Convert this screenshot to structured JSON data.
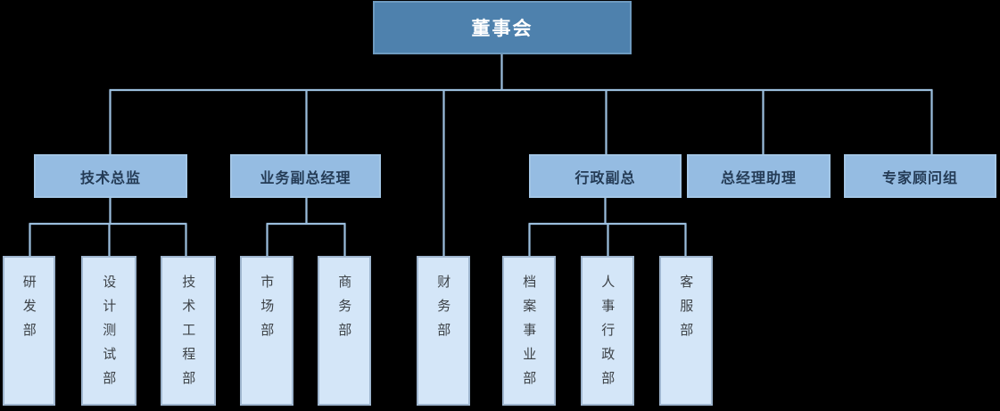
{
  "page": {
    "background_color": "#000000",
    "type": "organization-chart"
  },
  "colors": {
    "root_fill": "#4e81ad",
    "root_border": "#6d9abf",
    "root_text": "#ffffff",
    "level2_fill": "#95bce2",
    "level2_border": "#a3c6e6",
    "level2_text": "#243b55",
    "level3_fill": "#d4e6f8",
    "level3_border": "#9fb6cf",
    "level3_text": "#3d4247",
    "connector": "#9abddc"
  },
  "org": {
    "root": {
      "id": "board",
      "label": "董事会"
    },
    "level2": [
      {
        "id": "tech-director",
        "label": "技术总监",
        "parent": "董事会"
      },
      {
        "id": "business-deputy-gm",
        "label": "业务副总经理",
        "parent": "董事会"
      },
      {
        "id": "admin-deputy-gm",
        "label": "行政副总",
        "parent": "董事会"
      },
      {
        "id": "gm-assistant",
        "label": "总经理助理",
        "parent": "董事会"
      },
      {
        "id": "expert-advisor-group",
        "label": "专家顾问组",
        "parent": "董事会"
      }
    ],
    "level3": [
      {
        "id": "rd-dept",
        "label": "研发部",
        "parent": "技术总监"
      },
      {
        "id": "design-test-dept",
        "label": "设计测试部",
        "parent": "技术总监"
      },
      {
        "id": "tech-engineering-dept",
        "label": "技术工程部",
        "parent": "技术总监"
      },
      {
        "id": "marketing-dept",
        "label": "市场部",
        "parent": "业务副总经理"
      },
      {
        "id": "commerce-dept",
        "label": "商务部",
        "parent": "业务副总经理"
      },
      {
        "id": "finance-dept",
        "label": "财务部",
        "parent": "董事会"
      },
      {
        "id": "archives-division",
        "label": "档案事业部",
        "parent": "行政副总"
      },
      {
        "id": "hr-admin-dept",
        "label": "人事行政部",
        "parent": "行政副总"
      },
      {
        "id": "customer-service-dept",
        "label": "客服部",
        "parent": "行政副总"
      }
    ]
  }
}
